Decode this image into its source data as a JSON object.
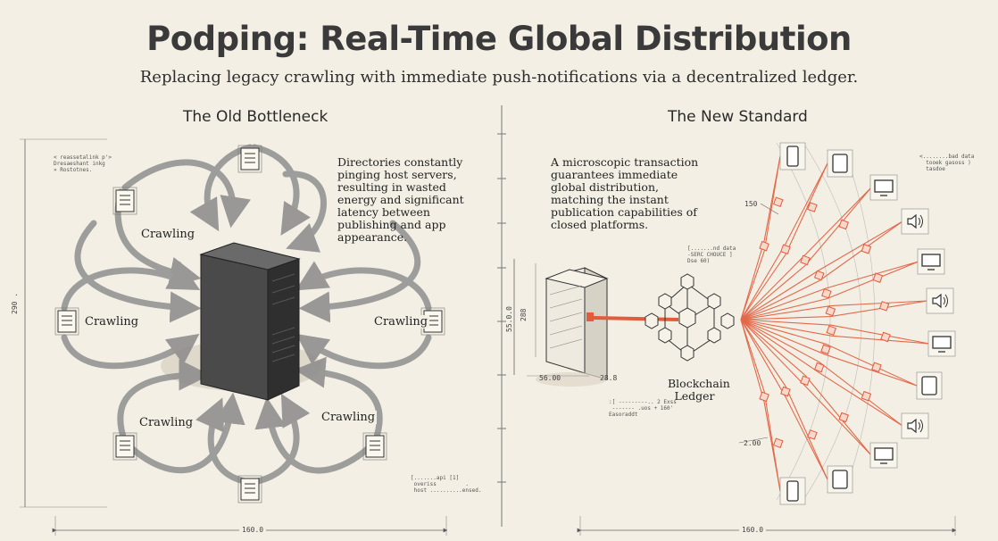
{
  "header": {
    "title": "Podping: Real-Time Global Distribution",
    "subtitle": "Replacing legacy crawling with immediate push-notifications via a decentralized ledger."
  },
  "left": {
    "heading": "The Old Bottleneck",
    "description": "Directories constantly pinging host servers, resulting in wasted energy and significant latency between publishing and app appearance.",
    "crawl_labels": [
      "Crawling",
      "Crawling",
      "Crawling",
      "Crawling",
      "Crawling"
    ],
    "dim_bottom": "160.0",
    "dim_side": "290 .",
    "tiny_note_1": "< reassetalink p'>\nDresaeshant inkg\n» Rostotnes.",
    "tiny_note_2": "[.......api [1]\n overiss         .\n host ..........ensed."
  },
  "right": {
    "heading": "The New Standard",
    "description": "A microscopic transaction guarantees immediate global distribution, matching the instant publication capabilities of closed platforms.",
    "ledger_label": "Blockchain Ledger",
    "dim_bottom": "160.0",
    "dim_server_h": "55.0.0",
    "dim_server_h2": "288",
    "dim_server_w": "56.00",
    "dim_server_d": "28.8",
    "dim_150": "150",
    "dim_200": "2.00",
    "tiny_note_1": "[.......nd data\n-SERC CHOUCE ]\nDse 60)",
    "tiny_note_2": ":[ ---------.. 2 Exss\n ------- .uos + 160'\nEasoraddt",
    "tiny_note_3": "<........bad data\n  tooek gasoss )\n  tasdoe"
  },
  "colors": {
    "background": "#f3efe4",
    "accent": "#e25b3a",
    "ink": "#2a2a2a",
    "arrow": "#8f8f8f"
  },
  "icons": [
    "server-icon",
    "document-icon",
    "blockchain-icon",
    "phone-icon",
    "tablet-icon",
    "monitor-icon",
    "speaker-icon"
  ]
}
